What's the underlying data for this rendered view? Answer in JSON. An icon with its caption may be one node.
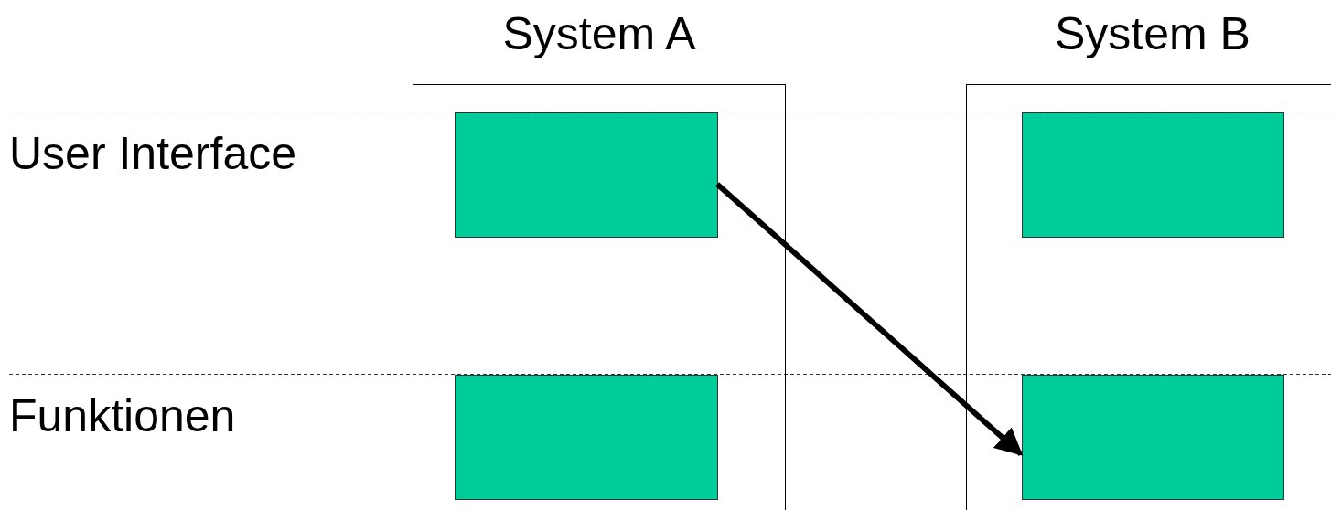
{
  "diagram": {
    "nodes": [
      {
        "text": [
          "System A"
        ]
      },
      {
        "text": [],
        "shape": "box",
        "in": 0
      },
      {
        "text": [],
        "shape": "box",
        "in": 0
      },
      {
        "text": [
          "System B"
        ]
      },
      {
        "text": [],
        "shape": "box",
        "in": 3
      },
      {
        "text": [],
        "shape": "box",
        "in": 3
      }
    ],
    "edges": [
      {
        "from": 1,
        "to": 5,
        "arrow": "to"
      }
    ],
    "labels": [
      "User Interface",
      "Funktionen"
    ]
  }
}
